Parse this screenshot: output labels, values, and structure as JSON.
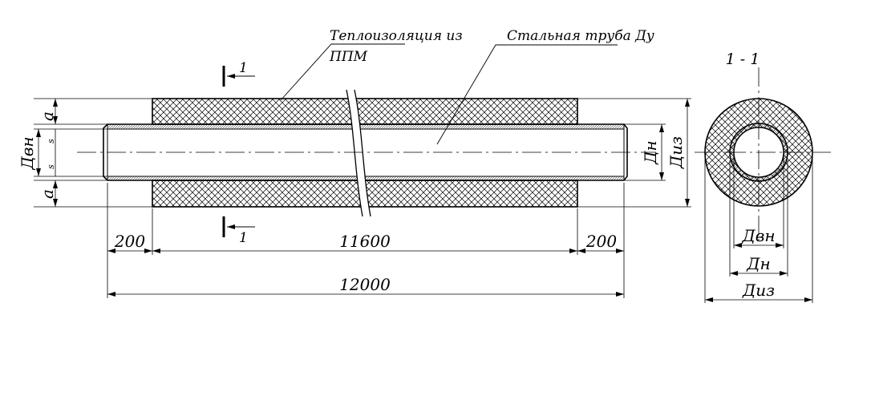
{
  "labels": {
    "insulation_line1": "Теплоизоляция из",
    "insulation_line2": "ППМ",
    "steel_pipe": "Стальная труба Ду",
    "section_title": "1 - 1",
    "section_mark_top": "1",
    "section_mark_bottom": "1"
  },
  "dimensions": {
    "left_end": "200",
    "middle": "11600",
    "right_end": "200",
    "total": "12000"
  },
  "symbols": {
    "a_top": "a",
    "s_top": "s",
    "s_bottom": "s",
    "a_bottom": "a",
    "d_inner_left": "Двн",
    "d_outer_right": "Дн",
    "d_insul_right": "Диз",
    "sec_d_inner": "Двн",
    "sec_d_outer": "Дн",
    "sec_d_insul": "Диз"
  }
}
